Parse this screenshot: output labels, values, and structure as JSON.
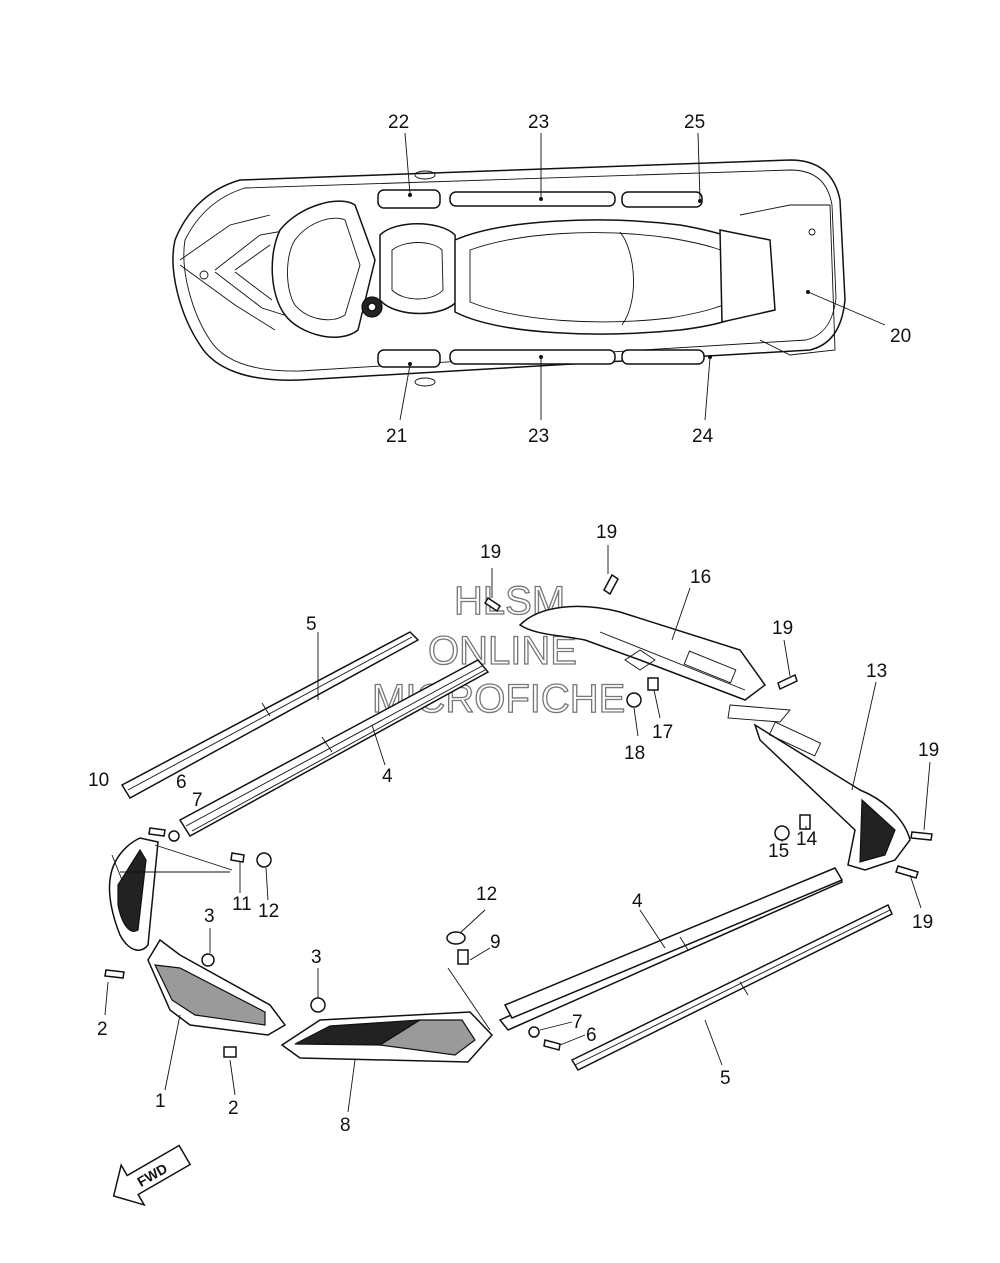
{
  "watermark": {
    "line1": "HLSM",
    "line2": "ONLINE",
    "line3": "MICROFICHE"
  },
  "fwd_label": "FWD",
  "callouts": {
    "c1": "1",
    "c2a": "2",
    "c2b": "2",
    "c3a": "3",
    "c3b": "3",
    "c4a": "4",
    "c4b": "4",
    "c5a": "5",
    "c5b": "5",
    "c6a": "6",
    "c6b": "6",
    "c7a": "7",
    "c7b": "7",
    "c8": "8",
    "c9": "9",
    "c10": "10",
    "c11": "11",
    "c12a": "12",
    "c12b": "12",
    "c13": "13",
    "c14": "14",
    "c15": "15",
    "c16": "16",
    "c17": "17",
    "c18": "18",
    "c19a": "19",
    "c19b": "19",
    "c19c": "19",
    "c19d": "19",
    "c19e": "19",
    "c20": "20",
    "c21": "21",
    "c22": "22",
    "c23a": "23",
    "c23b": "23",
    "c24": "24",
    "c25": "25"
  }
}
